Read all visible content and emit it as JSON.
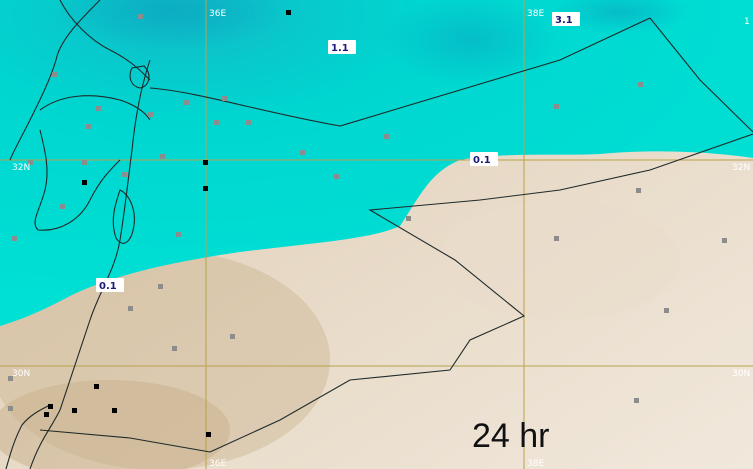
{
  "map": {
    "grid_labels": {
      "lon_36_top": "36E",
      "lon_38_top": "38E",
      "lon_36_bottom": "36E",
      "lon_38_bottom": "38E",
      "lat_32_left": "32N",
      "lat_32_right": "32N",
      "lat_30_left": "30N",
      "lat_30_right": "30N",
      "top_right_edge": "1"
    },
    "contour_labels": {
      "label_3_1": "3.1",
      "label_1_1": "1.1",
      "label_0_1_center": "0.1",
      "label_0_1_west": "0.1"
    },
    "forecast_time": "24 hr"
  },
  "colors": {
    "precip_area": "#00dcd2",
    "precip_dark": "#15c8cf",
    "terrain_light": "#f1e8dc",
    "terrain_mid": "#dccbb3",
    "grid_line": "#b8a34a",
    "border_line": "#1f2a2a",
    "station_gray": "#8c8c8c",
    "station_black": "#000000"
  }
}
